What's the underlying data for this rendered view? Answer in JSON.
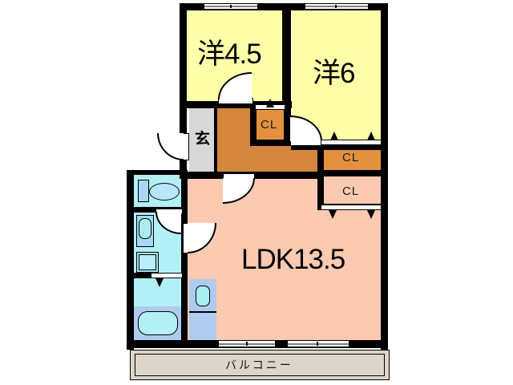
{
  "plan": {
    "type": "japanese-apartment-floor-plan",
    "layout_code": "2LDK",
    "colors": {
      "wall": "#000000",
      "bedroom_tatami_yellow": "#ffffaa",
      "ldk_peach": "#fccab0",
      "closet_orange": "#e3913f",
      "hall_orange": "#d4873c",
      "genkan_gray": "#d8d8d8",
      "water_cyan": "#b3f0f5",
      "fixture_blue": "#b0cbf0",
      "sink_cyan": "#a8eef0",
      "balcony_beige": "#ddd5ca",
      "white": "#ffffff"
    },
    "rooms": [
      {
        "id": "washitsu_45",
        "label": "洋4.5",
        "size_jo": 4.5,
        "kind": "western-style-bedroom"
      },
      {
        "id": "washitsu_6",
        "label": "洋6",
        "size_jo": 6,
        "kind": "western-style-bedroom"
      },
      {
        "id": "ldk",
        "label": "LDK13.5",
        "size_jo": 13.5,
        "kind": "living-dining-kitchen"
      },
      {
        "id": "genkan",
        "label": "玄",
        "kind": "entrance"
      },
      {
        "id": "balcony",
        "label": "バルコニー",
        "kind": "balcony"
      }
    ],
    "closets": [
      {
        "id": "cl_mid",
        "label": "CL"
      },
      {
        "id": "cl_upper_right",
        "label": "CL"
      },
      {
        "id": "cl_lower_right",
        "label": "CL"
      }
    ],
    "fixtures": [
      {
        "id": "toilet",
        "name": "toilet"
      },
      {
        "id": "washbasin",
        "name": "washbasin-vanity"
      },
      {
        "id": "washing-machine",
        "name": "washing-machine-space"
      },
      {
        "id": "bathtub",
        "name": "bathtub"
      },
      {
        "id": "kitchen-sink",
        "name": "kitchen-sink-unit"
      }
    ]
  }
}
